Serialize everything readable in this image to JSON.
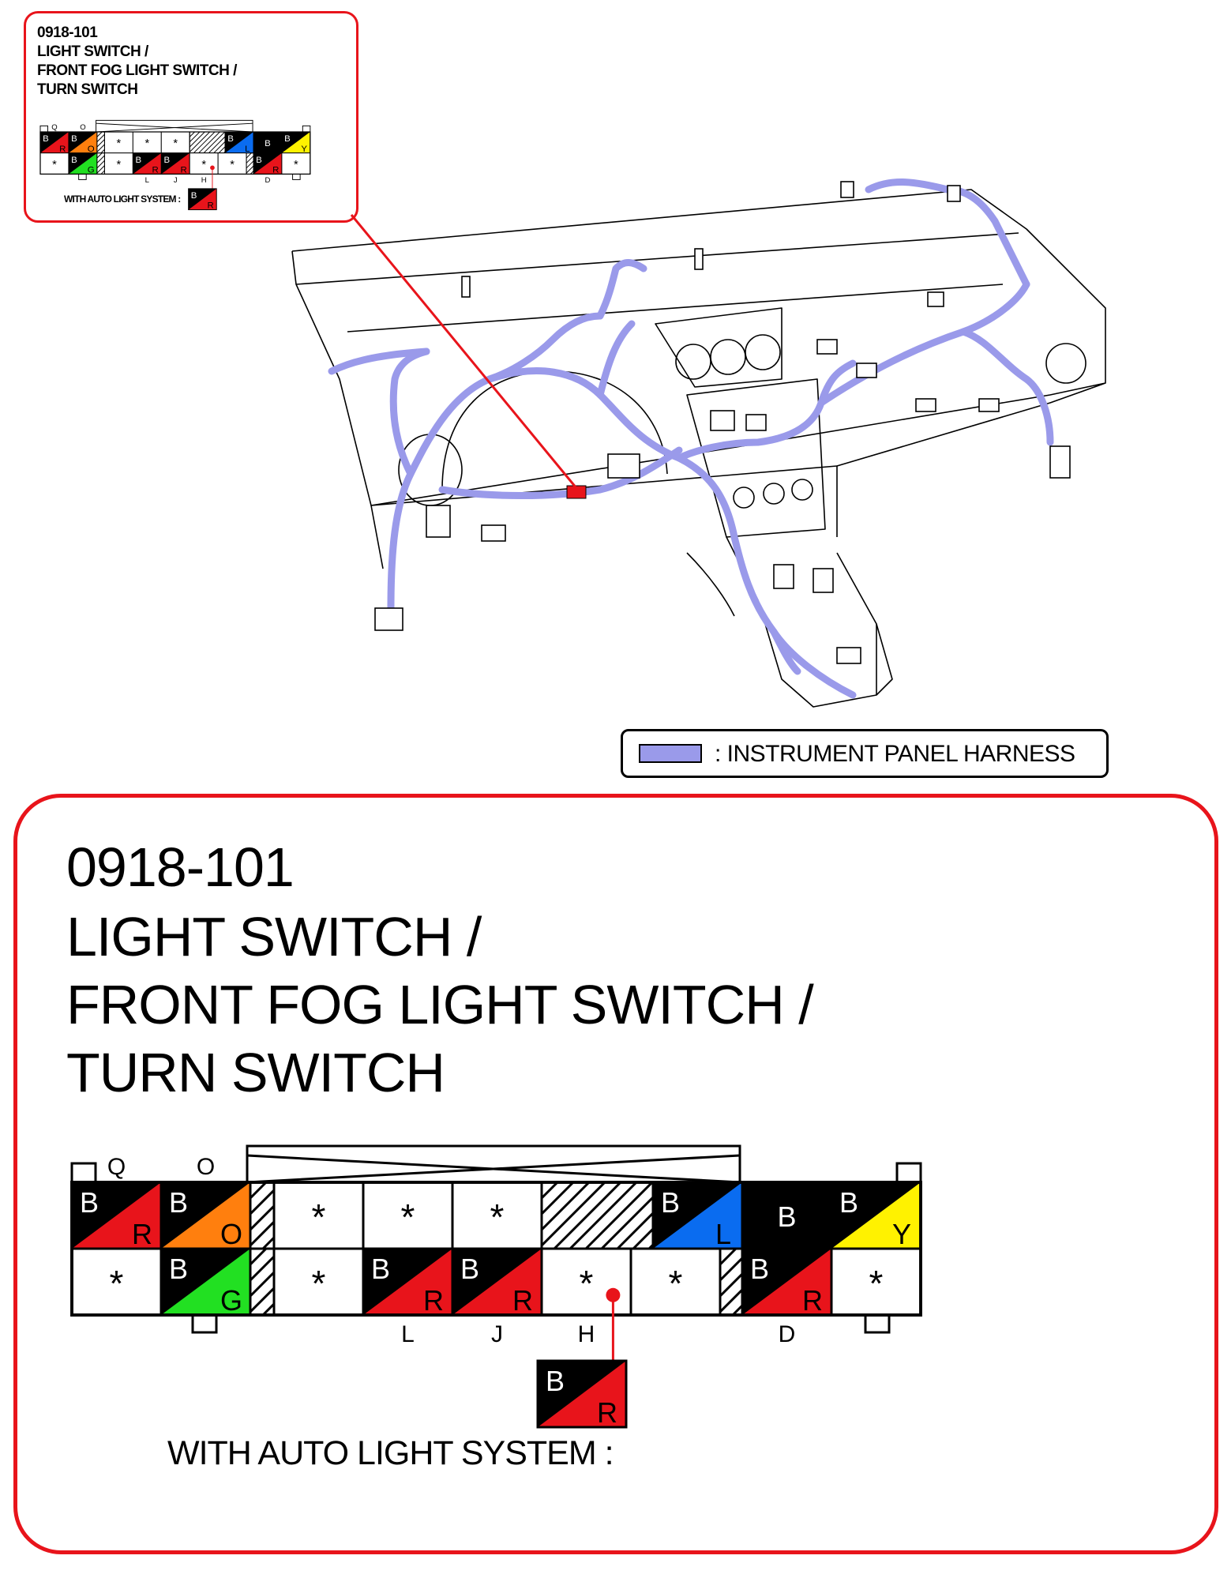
{
  "connector": {
    "code": "0918-101",
    "name_line1": "LIGHT SWITCH /",
    "name_line2": "FRONT FOG LIGHT SWITCH /",
    "name_line3": "TURN SWITCH",
    "auto_light_label": "WITH AUTO LIGHT SYSTEM :",
    "auto_light_wire": {
      "primary": "B",
      "secondary": "R"
    },
    "top_labels": [
      "Q",
      "O"
    ],
    "bottom_labels": [
      "L",
      "J",
      "H",
      "D"
    ],
    "top_row": [
      {
        "type": "wire",
        "primary": "B",
        "secondary": "R",
        "color": "#e8141b"
      },
      {
        "type": "wire",
        "primary": "B",
        "secondary": "O",
        "color": "#ff7f0e"
      },
      {
        "type": "empty",
        "mark": "*"
      },
      {
        "type": "empty",
        "mark": "*"
      },
      {
        "type": "empty",
        "mark": "*"
      },
      {
        "type": "blank"
      },
      {
        "type": "wire",
        "primary": "B",
        "secondary": "L",
        "color": "#0a6cf0"
      },
      {
        "type": "solid",
        "primary": "B"
      },
      {
        "type": "wire",
        "primary": "B",
        "secondary": "Y",
        "color": "#fff200"
      }
    ],
    "bottom_row": [
      {
        "type": "empty",
        "mark": "*"
      },
      {
        "type": "wire",
        "primary": "B",
        "secondary": "G",
        "color": "#22e022"
      },
      {
        "type": "empty",
        "mark": "*"
      },
      {
        "type": "wire",
        "primary": "B",
        "secondary": "R",
        "color": "#e8141b"
      },
      {
        "type": "wire",
        "primary": "B",
        "secondary": "R",
        "color": "#e8141b"
      },
      {
        "type": "empty",
        "mark": "*"
      },
      {
        "type": "empty",
        "mark": "*"
      },
      {
        "type": "wire",
        "primary": "B",
        "secondary": "R",
        "color": "#e8141b"
      },
      {
        "type": "empty",
        "mark": "*"
      }
    ]
  },
  "legend": {
    "label": ": INSTRUMENT PANEL HARNESS",
    "color": "#9a9aea"
  },
  "colors": {
    "callout": "#e8141b",
    "harness": "#9a9aea",
    "black": "#000000"
  }
}
